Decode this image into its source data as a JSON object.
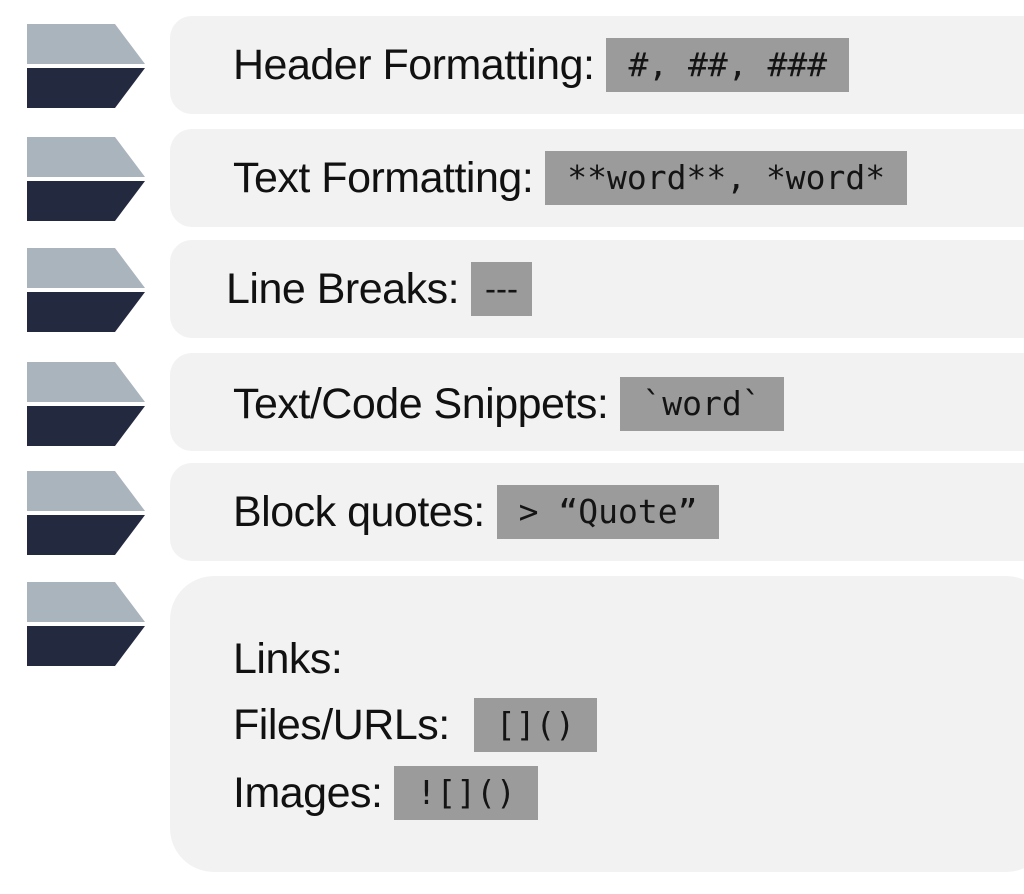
{
  "colors": {
    "marker_top": "#a9b4bc",
    "marker_bottom": "#232a40",
    "card_bg": "#f2f2f2",
    "code_bg": "#9b9b9b"
  },
  "items": [
    {
      "label": "Header Formatting:",
      "code": "#, ##, ###"
    },
    {
      "label": "Text Formatting:",
      "code": "**word**, *word*"
    },
    {
      "label": "Line Breaks:",
      "code": "---"
    },
    {
      "label": "Text/Code Snippets:",
      "code": "`word`"
    },
    {
      "label": "Block quotes:",
      "code": "> “Quote”"
    },
    {
      "label": "Links:",
      "sub": [
        {
          "label": "Files/URLs:",
          "code": "[]()"
        },
        {
          "label": "Images:",
          "code": "![]()"
        }
      ]
    }
  ]
}
